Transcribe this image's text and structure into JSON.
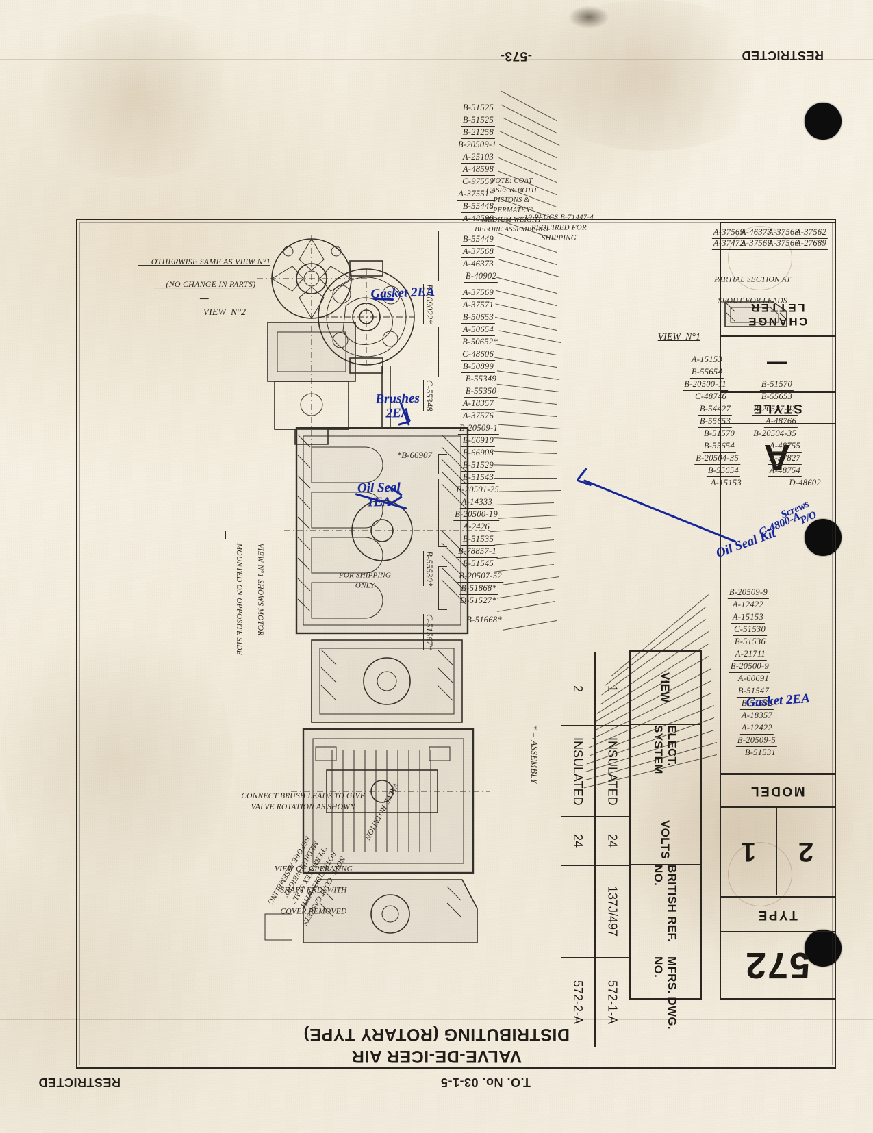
{
  "document": {
    "classification_top": "RESTRICTED",
    "classification_bottom": "RESTRICTED",
    "page_number": "-573-",
    "to_number": "T.O. No. 03-1-5",
    "caption_line1": "VALVE-DE-ICER AIR",
    "caption_line2": "DISTRIBUTING (ROTARY TYPE)"
  },
  "title_block": {
    "type_label": "TYPE",
    "type_value": "572",
    "model_label": "MODEL",
    "model_values": [
      "1",
      "2"
    ],
    "style_label": "STYLE",
    "style_value": "A",
    "change_letter_label": "CHANGE\nLETTER",
    "change_letter_value": "—"
  },
  "spec_table": {
    "headers": [
      "VIEW",
      "ELECT. SYSTEM",
      "VOLTS",
      "BRITISH REF. NO.",
      "MFRS. DWG. NO."
    ],
    "rows": [
      {
        "view": "1",
        "system": "INSULATED",
        "volts": "24",
        "british_ref": "137J/497",
        "mfrs_dwg": "572-1-A"
      },
      {
        "view": "2",
        "system": "INSULATED",
        "volts": "24",
        "british_ref": "",
        "mfrs_dwg": "572-2-A"
      }
    ]
  },
  "legend": {
    "assembly_note": "* = ASSEMBLY"
  },
  "view_labels": {
    "view1": "VIEW  N°1",
    "view2": "VIEW  N°2",
    "view2_note_line1": "OTHERWISE SAME AS VIEW N°1",
    "view2_note_line2": "(NO CHANGE IN PARTS)",
    "partial_section_line1": "PARTIAL SECTION AT",
    "partial_section_line2": "SPOUT FOR LEADS",
    "operating_view_line1": "VIEW OF OPERATING",
    "operating_view_line2": "SHAFT END, WITH",
    "operating_view_line3": "COVER REMOVED"
  },
  "drawing_notes": {
    "gasket_note": "NOTE: COAT GASKETS\nBOTH SIDES WITH\n\"PERMATEX SEAL\"\nMEDIUM WEIGHT\nBEFORE ASSEMBLING",
    "brush_note": "CONNECT BRUSH LEADS TO GIVE\nVALVE ROTATION AS SHOWN",
    "valve_rotation": "VALVE ROTATION",
    "shipping_note": "FOR SHIPPING\nONLY",
    "plug_note": "10 PLUGS B-71447-4\nREQUIRED FOR\nSHIPPING",
    "coat_note": "NOTE: COAT\nCASES & BOTH\nPISTONS &\n\"PERMATEX\"\nMEDIUM WEIGHT\nBEFORE ASSEMBLING",
    "motor_note_line1": "VIEW N°1 SHOWS MOTOR",
    "motor_note_line2": "MOUNTED ON OPPOSITE SIDE"
  },
  "handwriting": [
    {
      "text": "Gasket 2EA",
      "color": "#16269c"
    },
    {
      "text": "Gasket 2EA",
      "color": "#16269c"
    },
    {
      "text": "Brushes\n2EA",
      "color": "#16269c"
    },
    {
      "text": "Oil Seal\n1EA",
      "color": "#16269c"
    },
    {
      "text": "Oil Seal Kit",
      "color": "#16269c"
    },
    {
      "text": "C-4800-A",
      "color": "#16269c"
    },
    {
      "text": "Screws",
      "color": "#16269c"
    },
    {
      "text": "P/O",
      "color": "#16269c"
    }
  ],
  "parts_left_upper": [
    "B-51531",
    "B-20509-5",
    "A-12422",
    "A-18357",
    "B-51532",
    "B-51547",
    "A-60691",
    "B-20500-9",
    "A-21711",
    "B-51536",
    "C-51530",
    "A-15153",
    "A-12422",
    "B-20509-9"
  ],
  "parts_left_lower": [
    "A-27689",
    "A-37562",
    "A-37566",
    "A-37568",
    "A-37569",
    "A-46373",
    "A-37472",
    "A-37569"
  ],
  "parts_mid_left": [
    "D-48602",
    "A-48754",
    "A-37827",
    "A-48755",
    "B-20504-35",
    "A-48766",
    "B-20507-42",
    "B-55653",
    "B-51570",
    "A-15153",
    "B-55654",
    "B-20504-35",
    "B-55654",
    "B-51570",
    "B-55653",
    "B-54427",
    "C-48746",
    "B-20500-11",
    "B-55654",
    "A-15153"
  ],
  "parts_center": [
    "B-51668*",
    "D-51527*",
    "B-51868*",
    "B-20507-52",
    "B-51545",
    "B-78857-1",
    "B-51535",
    "A-2426",
    "B-20500-19",
    "A-14333",
    "B-20501-25",
    "B-51543",
    "B-51529",
    "B-66908",
    "B-66910",
    "B-20509-1",
    "A-37576",
    "A-18357",
    "B-55350",
    "B-55349",
    "B-50899",
    "C-48606",
    "B-50652*",
    "A-50654",
    "B-50653",
    "A-37571",
    "A-37569",
    "B-40902",
    "A-46373",
    "A-37568",
    "B-55449",
    "A-48598",
    "B-55448",
    "A-37551*",
    "C-97550",
    "A-48598",
    "A-25103",
    "B-20509-1",
    "B-21258",
    "B-51525",
    "B-51525"
  ],
  "bracket_labels": [
    "C-51567*",
    "B-55530*",
    "*B-66907",
    "C-55348",
    "B-109022*"
  ],
  "colors": {
    "paper": "#f4eee1",
    "ink": "#2e2a22",
    "blue_ink": "#16269c",
    "hole": "#0d0d0d"
  }
}
